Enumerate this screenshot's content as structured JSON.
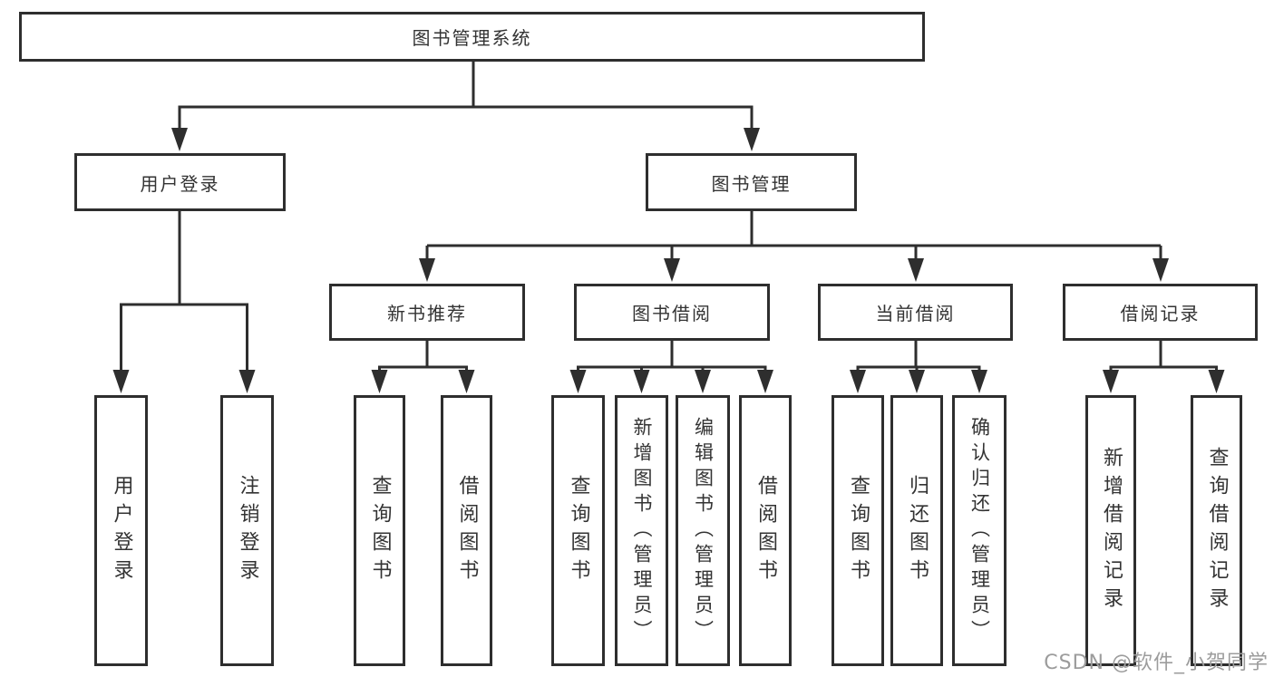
{
  "tree": {
    "root": "图书管理系统",
    "branches": [
      {
        "label": "用户登录",
        "leaves": [
          "用户登录",
          "注销登录"
        ]
      },
      {
        "label": "图书管理",
        "sections": [
          {
            "label": "新书推荐",
            "leaves": [
              "查询图书",
              "借阅图书"
            ]
          },
          {
            "label": "图书借阅",
            "leaves": [
              "查询图书",
              "新增图书（管理员）",
              "编辑图书（管理员）",
              "借阅图书"
            ]
          },
          {
            "label": "当前借阅",
            "leaves": [
              "查询图书",
              "归还图书",
              "确认归还（管理员）"
            ]
          },
          {
            "label": "借阅记录",
            "leaves": [
              "新增借阅记录",
              "查询借阅记录"
            ]
          }
        ]
      }
    ]
  },
  "watermark": {
    "text": "CSDN @软件_小贺同学",
    "color": "#9c9c9c"
  },
  "colors": {
    "line": "#2e2e2e",
    "text": "#333333",
    "background": "#ffffff"
  }
}
